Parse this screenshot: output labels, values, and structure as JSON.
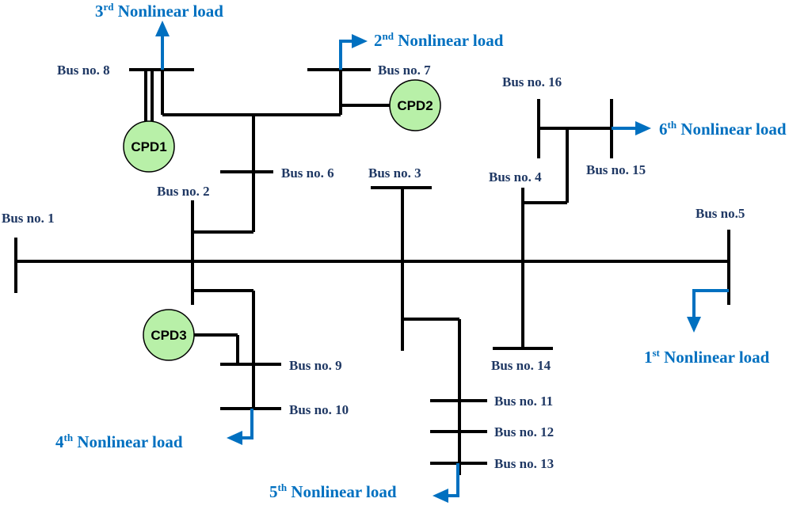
{
  "buses": {
    "bus1": "Bus no. 1",
    "bus2": "Bus no. 2",
    "bus3": "Bus no. 3",
    "bus4": "Bus no. 4",
    "bus5": "Bus no.5",
    "bus6": "Bus no. 6",
    "bus7": "Bus no. 7",
    "bus8": "Bus no. 8",
    "bus9": "Bus no. 9",
    "bus10": "Bus no. 10",
    "bus11": "Bus no. 11",
    "bus12": "Bus no. 12",
    "bus13": "Bus no. 13",
    "bus14": "Bus no. 14",
    "bus15": "Bus no. 15",
    "bus16": "Bus no. 16"
  },
  "loads": {
    "load1": {
      "num": "1",
      "sup": "st",
      "text": "Nonlinear load"
    },
    "load2": {
      "num": "2",
      "sup": "nd",
      "text": "Nonlinear load"
    },
    "load3": {
      "num": "3",
      "sup": "rd",
      "text": "Nonlinear load"
    },
    "load4": {
      "num": "4",
      "sup": "th",
      "text": "Nonlinear load"
    },
    "load5": {
      "num": "5",
      "sup": "th",
      "text": "Nonlinear load"
    },
    "load6": {
      "num": "6",
      "sup": "th",
      "text": "Nonlinear load"
    }
  },
  "cpds": {
    "cpd1": "CPD1",
    "cpd2": "CPD2",
    "cpd3": "CPD3"
  },
  "colors": {
    "line": "#000000",
    "load_arrow": "#0070c0",
    "cpd_fill": "#b8f0a8",
    "bus_label": "#1f3864"
  }
}
